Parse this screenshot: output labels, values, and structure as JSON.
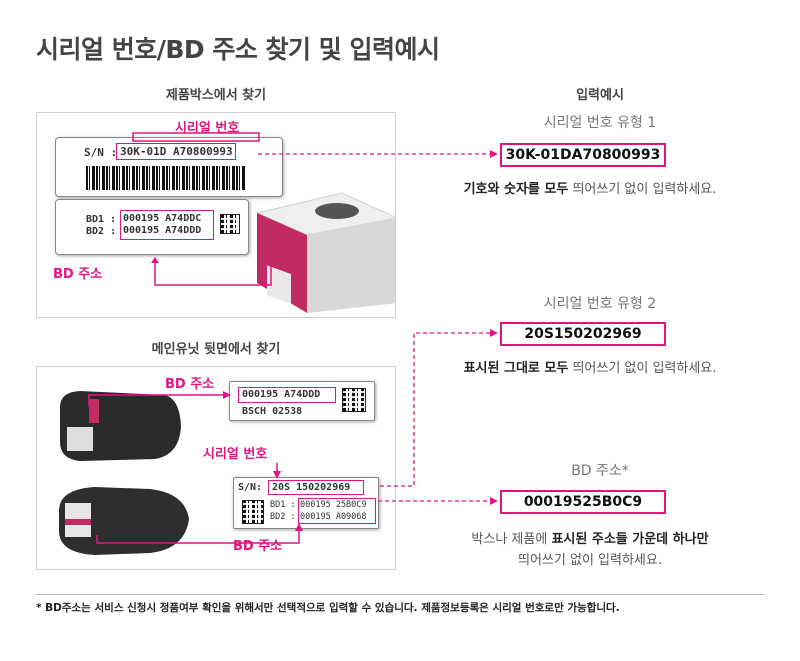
{
  "title": "시리얼 번호/BD 주소 찾기 및 입력예시",
  "section_box": "제품박스에서 찾기",
  "section_unit": "메인유닛 뒷면에서 찾기",
  "section_input": "입력예시",
  "box_label": {
    "serial_prefix": "S/N :",
    "serial_value": "30K-01D A70800993",
    "serial_caption": "시리얼 번호",
    "bd1_prefix": "BD1 :",
    "bd1_value": "000195 A74DDC",
    "bd2_prefix": "BD2 :",
    "bd2_value": "000195 A74DDD",
    "bd_caption": "BD 주소"
  },
  "unit_label_top": {
    "bd_caption": "BD 주소",
    "line1": "000195  A74DDD",
    "line2": "BSCH  02538"
  },
  "unit_label_bottom": {
    "serial_caption": "시리얼 번호",
    "sn_prefix": "S/N:",
    "sn_value": "20S  150202969",
    "bd1_prefix": "BD1 :",
    "bd1_value": "000195 25B0C9",
    "bd2_prefix": "BD2 :",
    "bd2_value": "000195 A09068",
    "bd_caption": "BD 주소"
  },
  "examples": [
    {
      "label": "시리얼 번호 유형 1",
      "value": "30K-01DA70800993",
      "desc_bold": "기호와 숫자를 모두",
      "desc_rest": " 띄어쓰기 없이 입력하세요."
    },
    {
      "label": "시리얼 번호 유형 2",
      "value": "20S150202969",
      "desc_bold": "표시된 그대로 모두",
      "desc_rest": " 띄어쓰기 없이 입력하세요."
    },
    {
      "label": "BD 주소*",
      "value": "00019525B0C9",
      "desc_pre": "박스나 제품에 ",
      "desc_bold": "표시된 주소들 가운데 하나만",
      "desc_line2": "띄어쓰기 없이 입력하세요."
    }
  ],
  "footnote": "* BD주소는 서비스 신청시 정품여부 확인을 위해서만 선택적으로 입력할 수 있습니다. 제품정보등록은 시리얼 번호로만 가능합니다.",
  "colors": {
    "accent": "#e0157f",
    "text": "#333333",
    "border": "#cfcfcf"
  }
}
